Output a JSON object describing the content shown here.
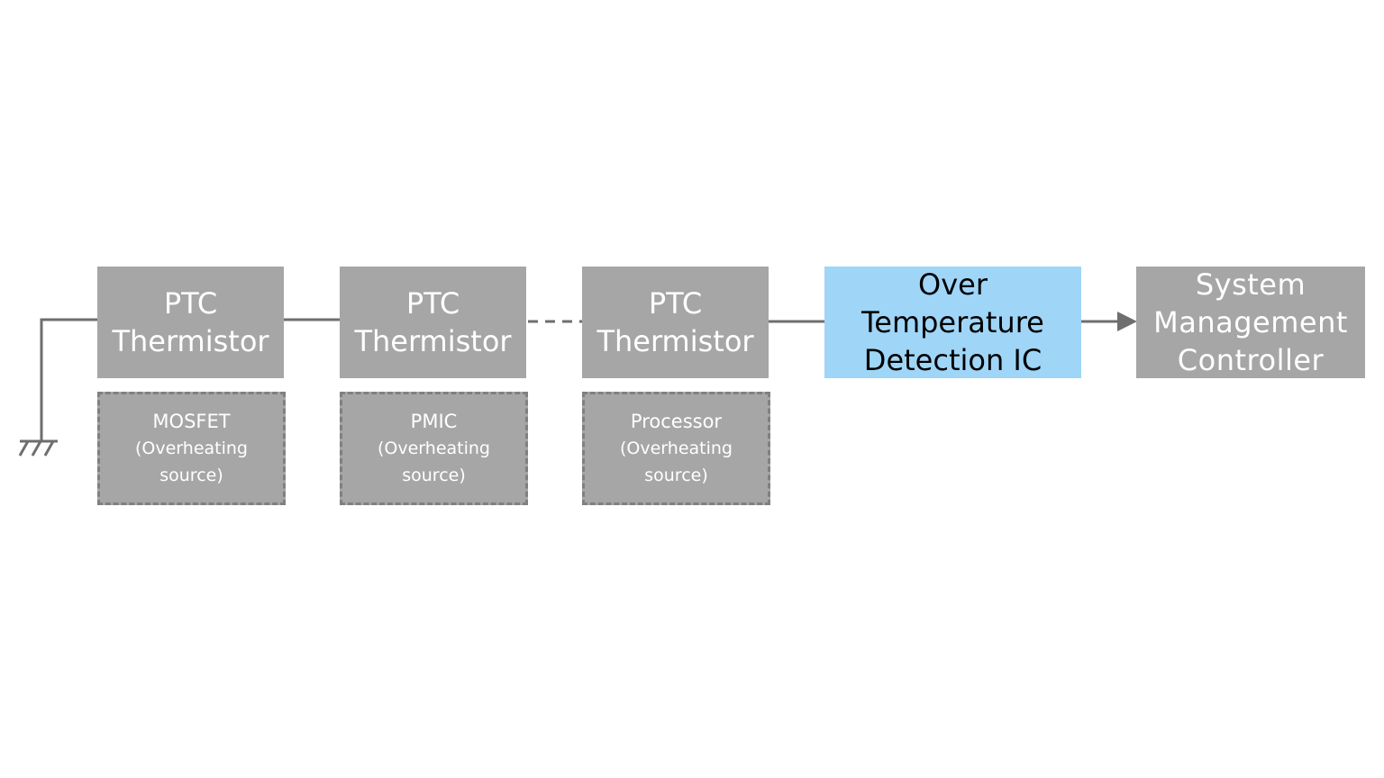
{
  "diagram": {
    "chain": [
      {
        "line1": "PTC",
        "line2": "Thermistor"
      },
      {
        "line1": "PTC",
        "line2": "Thermistor"
      },
      {
        "line1": "PTC",
        "line2": "Thermistor"
      }
    ],
    "sources": [
      {
        "name": "MOSFET",
        "detail1": "(Overheating",
        "detail2": "source)"
      },
      {
        "name": "PMIC",
        "detail1": "(Overheating",
        "detail2": "source)"
      },
      {
        "name": "Processor",
        "detail1": "(Overheating",
        "detail2": "source)"
      }
    ],
    "detector": {
      "line1": "Over",
      "line2": "Temperature",
      "line3": "Detection IC"
    },
    "controller": {
      "line1": "System",
      "line2": "Management",
      "line3": "Controller"
    },
    "colors": {
      "block": "#a6a6a6",
      "highlight": "#9fd5f7",
      "wire": "#6e6e6e",
      "dash_border": "#808080"
    }
  }
}
